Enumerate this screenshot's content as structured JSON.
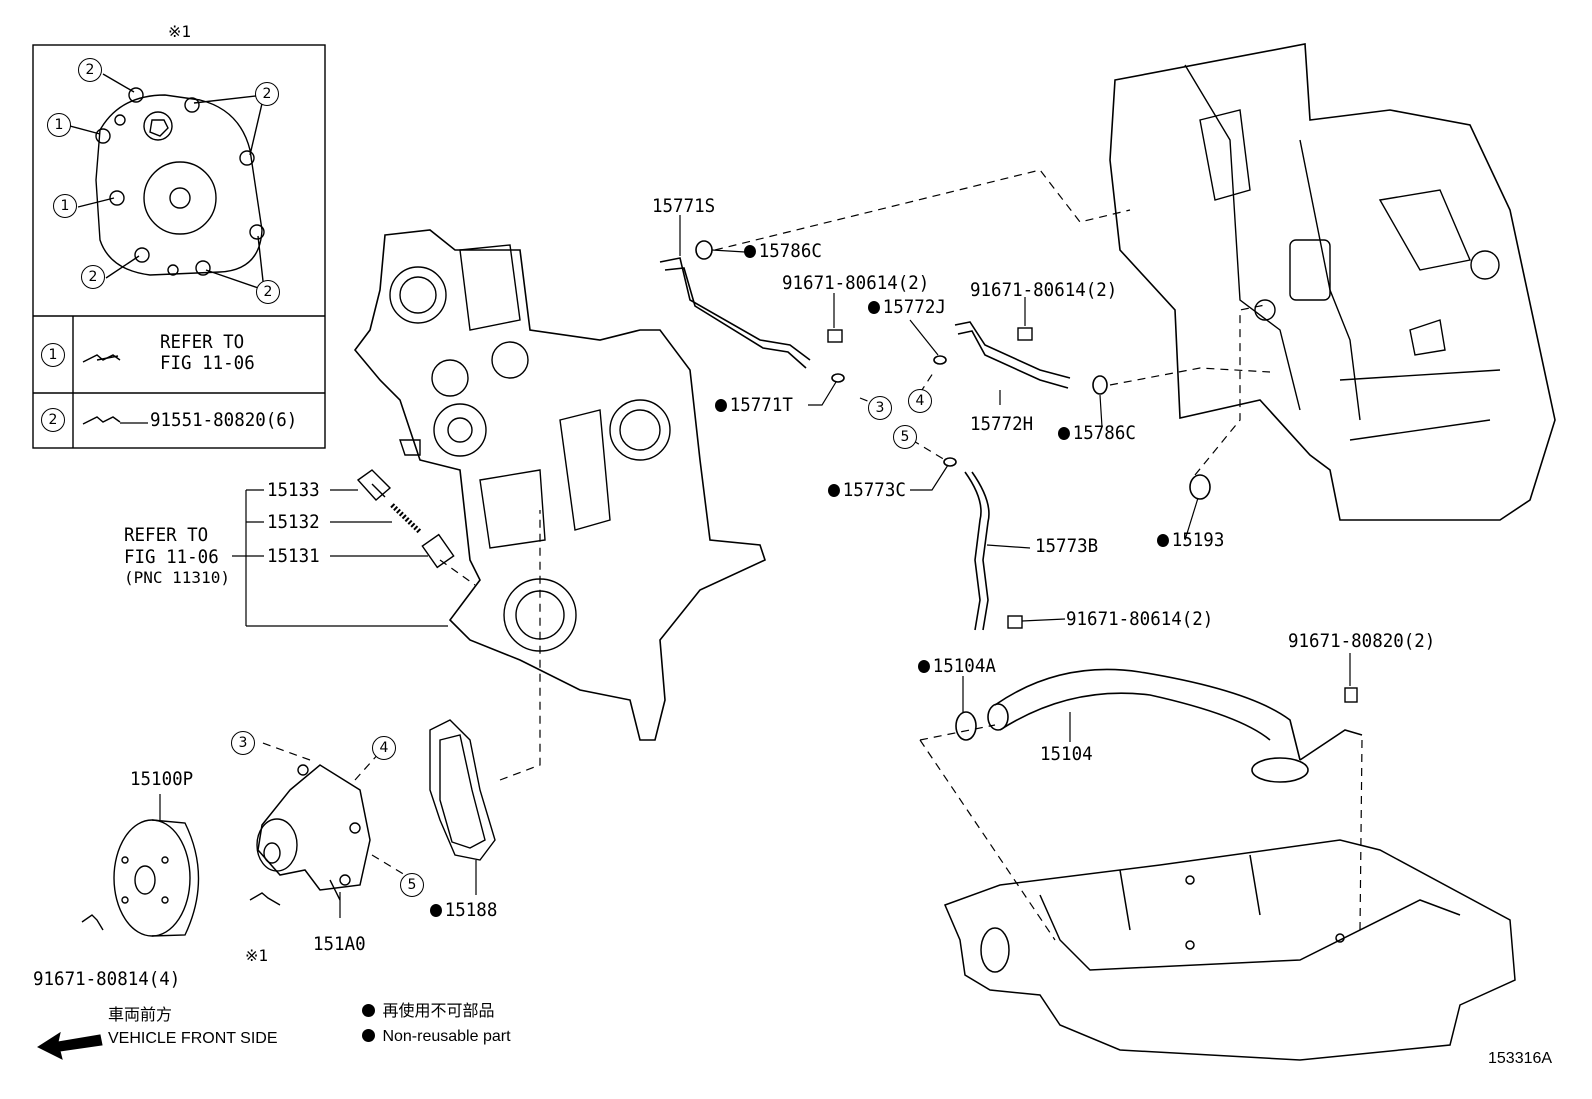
{
  "inset": {
    "marker": "※1",
    "legend_rows": [
      {
        "num": "1",
        "text_line1": "REFER TO",
        "text_line2": "FIG 11-06"
      },
      {
        "num": "2",
        "part": "91551-80820(6)"
      }
    ]
  },
  "callouts": {
    "c1": "1",
    "c2": "2",
    "c3": "3",
    "c4": "4",
    "c5": "5"
  },
  "parts": {
    "p15771S": "15771S",
    "p15786C_top": "15786C",
    "p91671_80614_a": "91671-80614(2)",
    "p15772J": "15772J",
    "p91671_80614_b": "91671-80614(2)",
    "p15771T": "15771T",
    "p15772H": "15772H",
    "p15786C_right": "15786C",
    "p15773C": "15773C",
    "p15193": "15193",
    "p15773B": "15773B",
    "p91671_80614_c": "91671-80614(2)",
    "p91671_80820": "91671-80820(2)",
    "p15104A": "15104A",
    "p15104": "15104",
    "p15133": "15133",
    "p15132": "15132",
    "p15131": "15131",
    "p15100P": "15100P",
    "p151A0": "151A0",
    "p15188": "15188",
    "p91671_80814": "91671-80814(4)",
    "marker_x1": "※1"
  },
  "refer": {
    "line1": "REFER TO",
    "line2": "FIG 11-06",
    "line3": "(PNC 11310)"
  },
  "legend": {
    "front_jp": "車両前方",
    "front_en": "VEHICLE FRONT SIDE",
    "nonreuse_jp": "再使用不可部品",
    "nonreuse_en": "Non-reusable part"
  },
  "figure_id": "153316A"
}
